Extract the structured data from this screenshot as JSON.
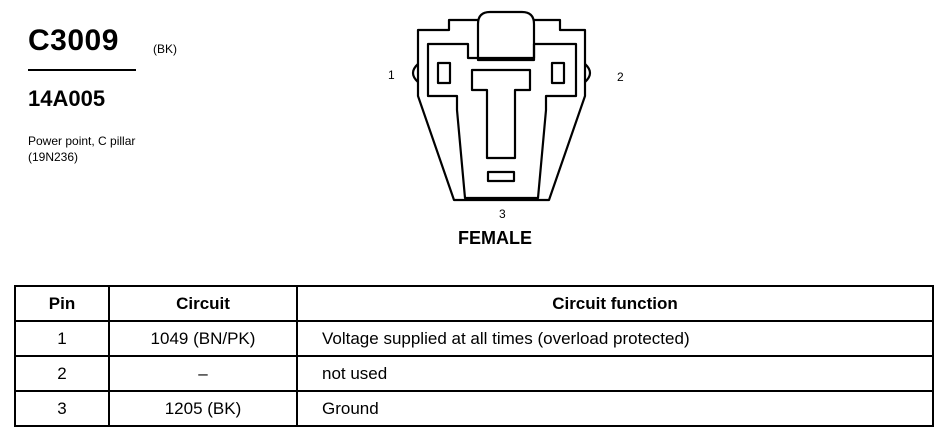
{
  "connector": {
    "id": "C3009",
    "color": "(BK)",
    "part_number": "14A005",
    "description": [
      "Power point, C pillar",
      "(19N236)"
    ]
  },
  "diagram": {
    "pin_labels": [
      "1",
      "2",
      "3"
    ],
    "view": "FEMALE"
  },
  "table": {
    "headers": [
      "Pin",
      "Circuit",
      "Circuit function"
    ],
    "rows": [
      {
        "pin": "1",
        "circuit": "1049 (BN/PK)",
        "function": "Voltage supplied at all times (overload protected)"
      },
      {
        "pin": "2",
        "circuit": "–",
        "function": "not used"
      },
      {
        "pin": "3",
        "circuit": "1205 (BK)",
        "function": "Ground"
      }
    ]
  }
}
